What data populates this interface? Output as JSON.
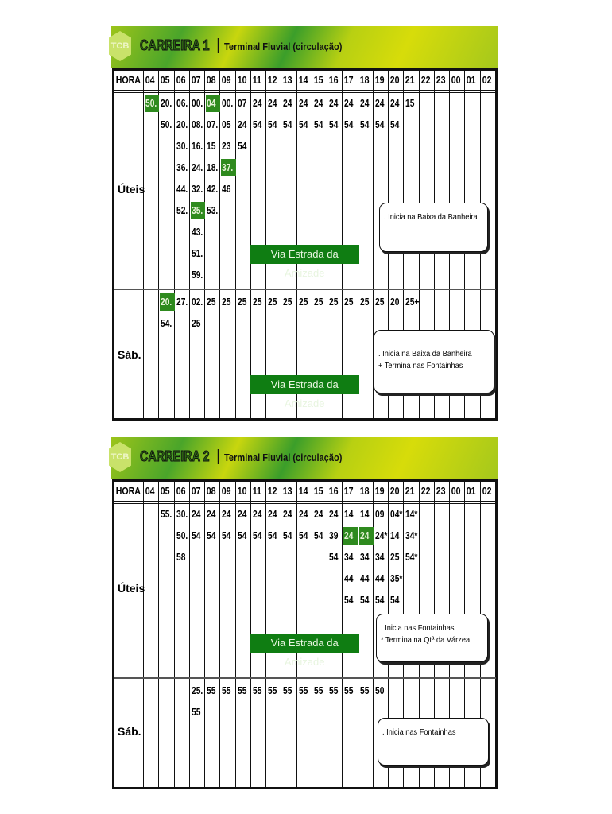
{
  "logo_text": "TCB",
  "hours_label": "HORA",
  "hours": [
    "04",
    "05",
    "06",
    "07",
    "08",
    "09",
    "10",
    "11",
    "12",
    "13",
    "14",
    "15",
    "16",
    "17",
    "18",
    "19",
    "20",
    "21",
    "22",
    "23",
    "00",
    "01",
    "02"
  ],
  "accent_color": "#2e8a1e",
  "timetables": [
    {
      "title": "CARREIRA 1",
      "subtitle": "Terminal Fluvial (circulação)",
      "sections": [
        {
          "label": "Úteis",
          "columns": {
            "04": [
              "50."
            ],
            "05": [
              "20.",
              "50."
            ],
            "06": [
              "06.",
              "20.",
              "30.",
              "36.",
              "44.",
              "52."
            ],
            "07": [
              "00.",
              "08.",
              "16.",
              "24.",
              "32.",
              "35.",
              "43.",
              "51.",
              "59."
            ],
            "08": [
              "04",
              "07.",
              "15",
              "18.",
              "42.",
              "53."
            ],
            "09": [
              "00.",
              "05",
              "23",
              "37.",
              "46"
            ],
            "10": [
              "07",
              "24",
              "54"
            ],
            "11": [
              "24",
              "54"
            ],
            "12": [
              "24",
              "54"
            ],
            "13": [
              "24",
              "54"
            ],
            "14": [
              "24",
              "54"
            ],
            "15": [
              "24",
              "54"
            ],
            "16": [
              "24",
              "54"
            ],
            "17": [
              "24",
              "54"
            ],
            "18": [
              "24",
              "54"
            ],
            "19": [
              "24",
              "54"
            ],
            "20": [
              "24",
              "54"
            ],
            "21": [
              "15"
            ]
          },
          "highlighted": {
            "04": [
              0
            ],
            "07": [
              5
            ],
            "08": [
              0
            ],
            "09": [
              3
            ]
          },
          "via": "Via Estrada da Amizade",
          "notes": [
            ". Inicia na Baixa da Banheira"
          ]
        },
        {
          "label": "Sáb.",
          "columns": {
            "05": [
              "20.",
              "54."
            ],
            "06": [
              "27."
            ],
            "07": [
              "02.",
              "25"
            ],
            "08": [
              "25"
            ],
            "09": [
              "25"
            ],
            "10": [
              "25"
            ],
            "11": [
              "25"
            ],
            "12": [
              "25"
            ],
            "13": [
              "25"
            ],
            "14": [
              "25"
            ],
            "15": [
              "25"
            ],
            "16": [
              "25"
            ],
            "17": [
              "25"
            ],
            "18": [
              "25"
            ],
            "19": [
              "25"
            ],
            "20": [
              "20"
            ],
            "21": [
              "25+"
            ]
          },
          "highlighted": {
            "05": [
              0
            ]
          },
          "via": "Via Estrada da Amizade",
          "notes": [
            ". Inicia na Baixa da Banheira",
            "+ Termina nas Fontainhas"
          ]
        }
      ]
    },
    {
      "title": "CARREIRA 2",
      "subtitle": "Terminal Fluvial (circulação)",
      "sections": [
        {
          "label": "Úteis",
          "columns": {
            "05": [
              "55."
            ],
            "06": [
              "30.",
              "50.",
              "58"
            ],
            "07": [
              "24",
              "54"
            ],
            "08": [
              "24",
              "54"
            ],
            "09": [
              "24",
              "54"
            ],
            "10": [
              "24",
              "54"
            ],
            "11": [
              "24",
              "54"
            ],
            "12": [
              "24",
              "54"
            ],
            "13": [
              "24",
              "54"
            ],
            "14": [
              "24",
              "54"
            ],
            "15": [
              "24",
              "54"
            ],
            "16": [
              "24",
              "39",
              "54"
            ],
            "17": [
              "14",
              "24",
              "34",
              "44",
              "54"
            ],
            "18": [
              "14",
              "24",
              "34",
              "44",
              "54"
            ],
            "19": [
              "09",
              "24*",
              "34",
              "44",
              "54"
            ],
            "20": [
              "04*",
              "14",
              "25",
              "35*",
              "54"
            ],
            "21": [
              "14*",
              "34*",
              "54*"
            ]
          },
          "highlighted": {
            "17": [
              1
            ],
            "18": [
              1
            ]
          },
          "via": "Via Estrada da Amizade",
          "notes": [
            ". Inicia nas Fontainhas",
            "* Termina na Qtª da Várzea"
          ]
        },
        {
          "label": "Sáb.",
          "columns": {
            "07": [
              "25.",
              "55"
            ],
            "08": [
              "55"
            ],
            "09": [
              "55"
            ],
            "10": [
              "55"
            ],
            "11": [
              "55"
            ],
            "12": [
              "55"
            ],
            "13": [
              "55"
            ],
            "14": [
              "55"
            ],
            "15": [
              "55"
            ],
            "16": [
              "55"
            ],
            "17": [
              "55"
            ],
            "18": [
              "55"
            ],
            "19": [
              "50"
            ]
          },
          "highlighted": {},
          "via": "",
          "notes": [
            ". Inicia nas Fontainhas"
          ]
        }
      ]
    }
  ]
}
